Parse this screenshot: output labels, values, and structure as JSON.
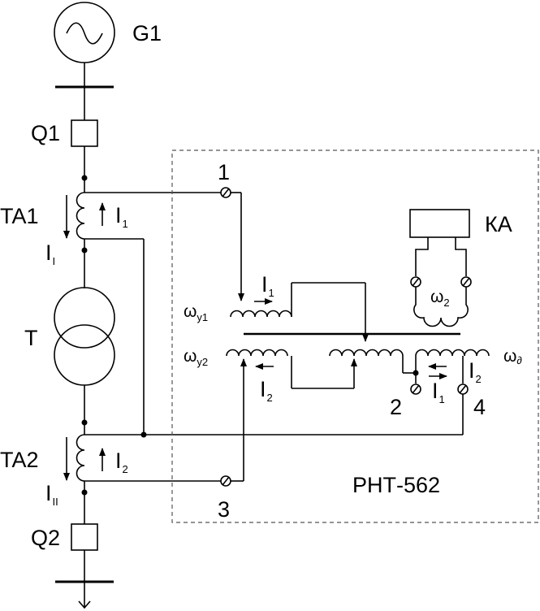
{
  "labels": {
    "generator": "G1",
    "breaker_top": "Q1",
    "ct_top": "TA1",
    "transformer": "T",
    "ct_bottom": "TA2",
    "breaker_bottom": "Q2",
    "relay_name": "РНТ-562",
    "ka": "КА",
    "terminal_1": "1",
    "terminal_2": "2",
    "terminal_3": "3",
    "terminal_4": "4"
  },
  "currents": {
    "primary_top": {
      "main": "I",
      "sub": "I"
    },
    "primary_bottom": {
      "main": "I",
      "sub": "II"
    },
    "sec_top": {
      "main": "I",
      "sub": "1"
    },
    "sec_bottom": {
      "main": "I",
      "sub": "2"
    },
    "relay_I1_a": {
      "main": "I",
      "sub": "1"
    },
    "relay_I2_a": {
      "main": "I",
      "sub": "2"
    },
    "relay_I1_b": {
      "main": "I",
      "sub": "1"
    },
    "relay_I2_b": {
      "main": "I",
      "sub": "2"
    }
  },
  "windings": {
    "wy1": {
      "main": "ω",
      "sub": "y1"
    },
    "wy2": {
      "main": "ω",
      "sub": "y2"
    },
    "w2": {
      "main": "ω",
      "sub": "2"
    },
    "wd": {
      "main": "ω",
      "sub": "∂"
    }
  }
}
